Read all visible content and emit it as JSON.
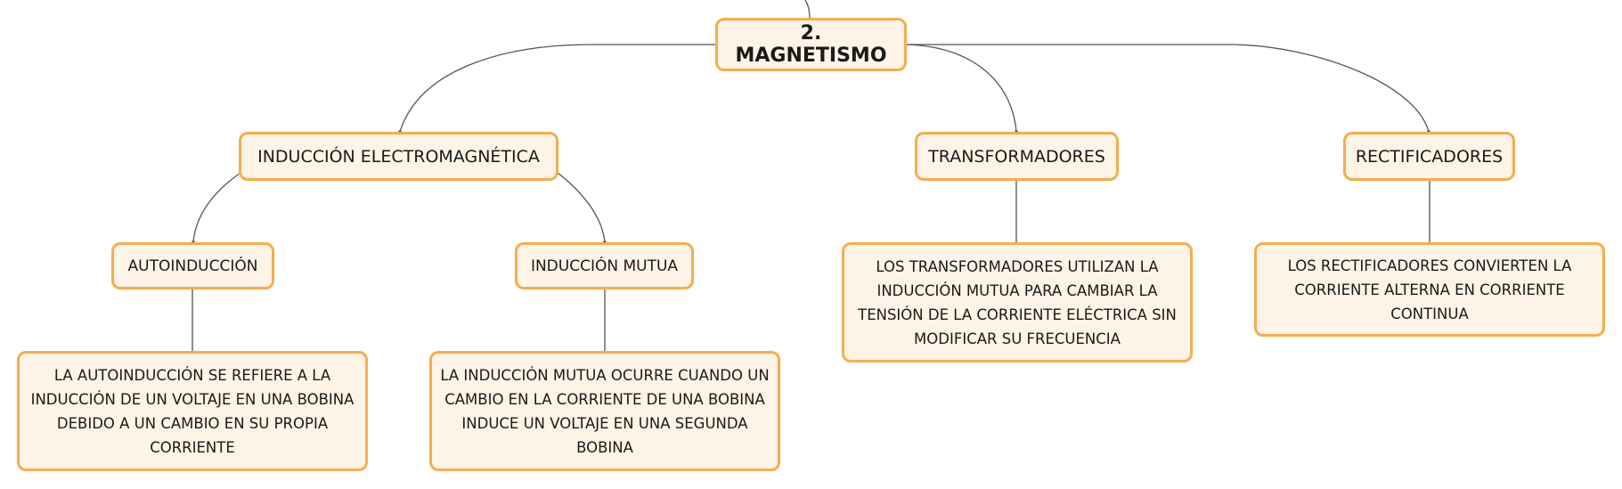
{
  "root": {
    "label": "2. MAGNETISMO"
  },
  "branches": {
    "induccion": {
      "label": "INDUCCIÓN ELECTROMAGNÉTICA",
      "autoinduccion": {
        "label": "AUTOINDUCCIÓN",
        "description": "LA AUTOINDUCCIÓN SE REFIERE A LA INDUCCIÓN DE UN VOLTAJE EN UNA BOBINA DEBIDO A UN CAMBIO EN SU PROPIA CORRIENTE"
      },
      "mutua": {
        "label": "INDUCCIÓN MUTUA",
        "description": "LA INDUCCIÓN MUTUA OCURRE CUANDO UN CAMBIO EN LA CORRIENTE DE UNA BOBINA INDUCE UN VOLTAJE EN UNA SEGUNDA BOBINA"
      }
    },
    "transformadores": {
      "label": "TRANSFORMADORES",
      "description": "LOS TRANSFORMADORES UTILIZAN LA INDUCCIÓN MUTUA PARA CAMBIAR LA TENSIÓN DE LA CORRIENTE ELÉCTRICA SIN MODIFICAR SU FRECUENCIA"
    },
    "rectificadores": {
      "label": "RECTIFICADORES",
      "description": "LOS RECTIFICADORES CONVIERTEN LA CORRIENTE ALTERNA EN CORRIENTE CONTINUA"
    }
  },
  "colors": {
    "node_fill": "#fdf3e6",
    "node_border": "#f5ad4f",
    "connector": "#555555"
  }
}
